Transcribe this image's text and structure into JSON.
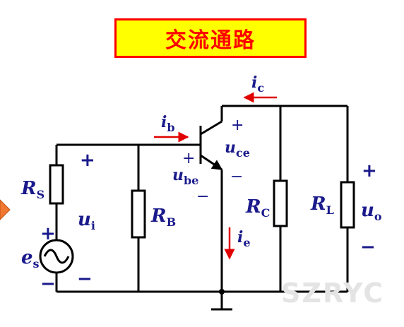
{
  "title": "交流通路",
  "watermark": "SZRYC",
  "labels": {
    "rs": {
      "sym": "R",
      "sub": "S"
    },
    "rb": {
      "sym": "R",
      "sub": "B"
    },
    "rc": {
      "sym": "R",
      "sub": "C"
    },
    "rl": {
      "sym": "R",
      "sub": "L"
    },
    "ui": {
      "sym": "u",
      "sub": "i"
    },
    "uo": {
      "sym": "u",
      "sub": "o"
    },
    "es": {
      "sym": "e",
      "sub": "s"
    },
    "ube": {
      "sym": "u",
      "sub": "be"
    },
    "uce": {
      "sym": "u",
      "sub": "ce"
    },
    "ib": {
      "sym": "i",
      "sub": "b"
    },
    "ic": {
      "sym": "i",
      "sub": "c"
    },
    "ie": {
      "sym": "i",
      "sub": "e"
    }
  },
  "signs": {
    "plus": "+",
    "minus": "−"
  },
  "colors": {
    "wire": "#000000",
    "text": "#1a1a8c",
    "arrow": "#e00000",
    "title_bg": "#ffff00",
    "title_fg": "#ff0000"
  }
}
